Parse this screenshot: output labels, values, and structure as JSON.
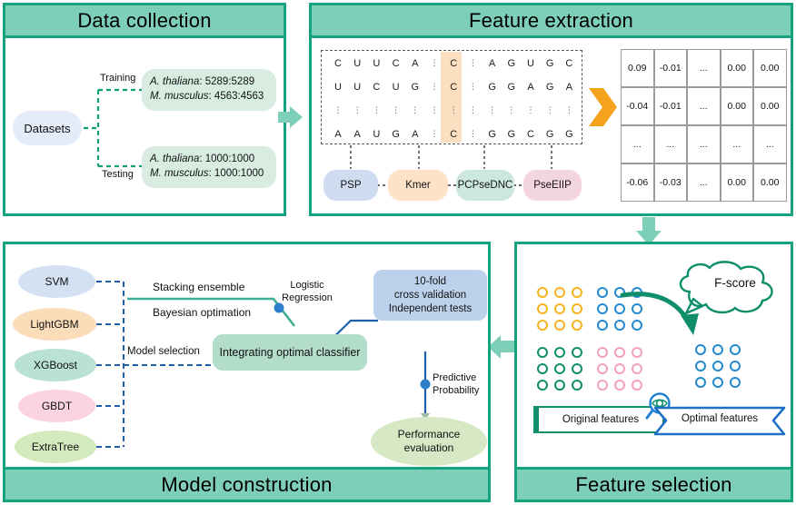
{
  "panels": {
    "data_collection": {
      "title": "Data collection",
      "root_node": "Datasets",
      "branches": [
        {
          "label": "Training",
          "lines": [
            "A. thaliana: 5289:5289",
            "M. musculus: 4563:4563"
          ]
        },
        {
          "label": "Testing",
          "lines": [
            "A. thaliana: 1000:1000",
            "M. musculus: 1000:1000"
          ]
        }
      ]
    },
    "feature_extraction": {
      "title": "Feature extraction",
      "sequence_rows": [
        [
          "C",
          "U",
          "U",
          "C",
          "A",
          "⋮",
          "C",
          "⋮",
          "A",
          "G",
          "U",
          "G",
          "C"
        ],
        [
          "U",
          "U",
          "C",
          "U",
          "G",
          "⋮",
          "C",
          "⋮",
          "G",
          "G",
          "A",
          "G",
          "A"
        ],
        [
          "⋮",
          "⋮",
          "⋮",
          "⋮",
          "⋮",
          "⋮",
          "⋮",
          "⋮",
          "⋮",
          "⋮",
          "⋮",
          "⋮",
          "⋮"
        ],
        [
          "A",
          "A",
          "U",
          "G",
          "A",
          "⋮",
          "C",
          "⋮",
          "G",
          "G",
          "C",
          "G",
          "G"
        ]
      ],
      "highlight_column_index": 6,
      "methods": [
        "PSP",
        "Kmer",
        "PCPseDNC",
        "PseEIIP"
      ],
      "matrix": [
        [
          "0.09",
          "-0.01",
          "...",
          "0.00",
          "0.00"
        ],
        [
          "-0.04",
          "-0.01",
          "...",
          "0.00",
          "0.00"
        ],
        [
          "...",
          "...",
          "...",
          "...",
          "..."
        ],
        [
          "-0.06",
          "-0.03",
          "...",
          "0.00",
          "0.00"
        ]
      ]
    },
    "feature_selection": {
      "title": "Feature selection",
      "callout": "F-score",
      "original_label": "Original features",
      "optimal_label": "Optimal features",
      "original_groups": [
        "orange",
        "blue",
        "green",
        "pink"
      ],
      "optimal_group": "blue"
    },
    "model_construction": {
      "title": "Model construction",
      "classifiers": [
        "SVM",
        "LightGBM",
        "XGBoost",
        "GBDT",
        "ExtraTree"
      ],
      "edge_labels": {
        "stacking": "Stacking ensemble",
        "bayesian": "Bayesian optimation",
        "model_selection": "Model selection",
        "logistic": [
          "Logistic",
          "Regression"
        ],
        "predictive": [
          "Predictive",
          "Probability"
        ]
      },
      "integrating_node": "Integrating optimal classifier",
      "validation_node": [
        "10-fold",
        "cross validation",
        "Independent tests"
      ],
      "performance_node": [
        "Performance",
        "evaluation"
      ]
    }
  },
  "colors": {
    "panel_border": "#15a37f",
    "header_fill": "#7ecfb8",
    "arrow_green": "#7ecfb8",
    "arrow_orange": "#f5a21d",
    "svm_fill": "#d3e1f2",
    "lightgbm_fill": "#fbddb9",
    "xgboost_fill": "#b9e2d3",
    "gbdt_fill": "#fbd4e0",
    "extratree_fill": "#d4e9bc",
    "dataset_fill": "#e3ecf8",
    "data_box_fill": "#d8ece2",
    "psp_fill": "#cfdcf0",
    "kmer_fill": "#fce3c8",
    "pcpsednc_fill": "#cce8dc",
    "pseeiip_fill": "#f2d5e0",
    "highlight_col": "#fbdfc0",
    "blue_line": "#1f5fa9",
    "green_line": "#3fae92",
    "circle_orange": "#f5b41d",
    "circle_blue": "#2389d0",
    "circle_green": "#0f8e6b",
    "circle_pink": "#f2a0bd",
    "validation_fill": "#bcd2ec",
    "integrating_fill": "#b3ddcb",
    "performance_fill": "#d7e8c4"
  }
}
